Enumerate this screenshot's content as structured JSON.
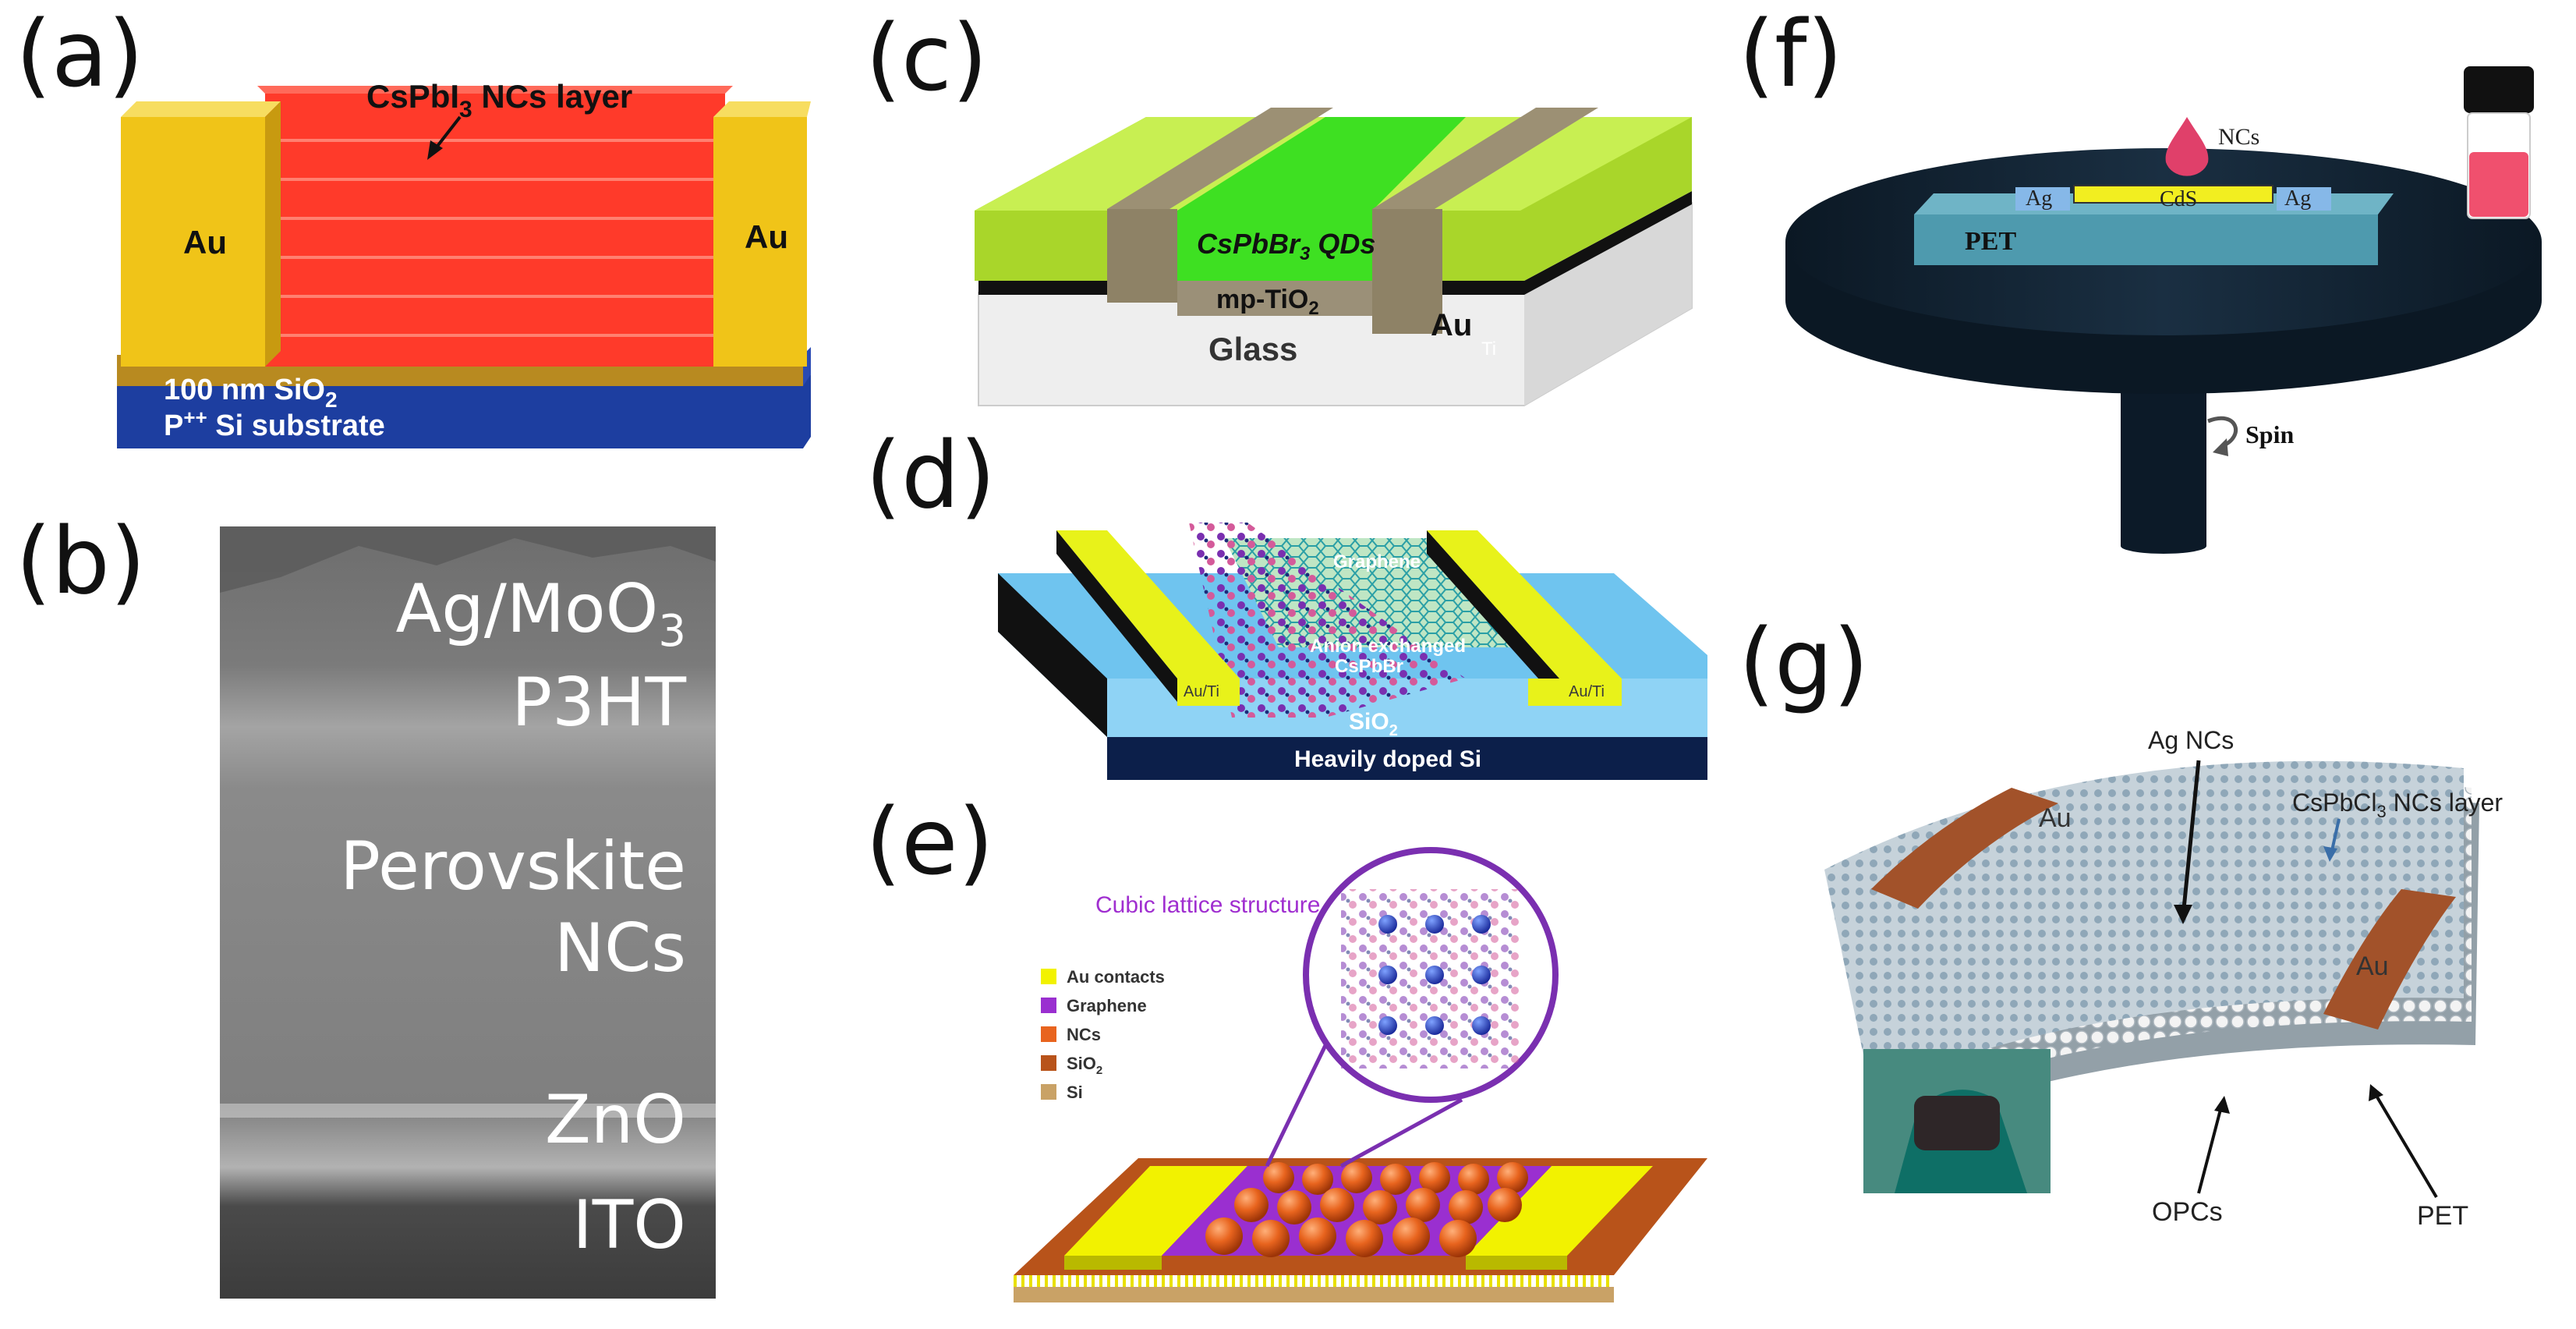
{
  "panels": {
    "a": {
      "label": "(a)",
      "layer": "CsPbI",
      "layer_sub": "3",
      "layer_rest": " NCs layer",
      "electrode_left": "Au",
      "electrode_right": "Au",
      "oxide": "100 nm SiO",
      "oxide_sub": "2",
      "substrate_pre": "P",
      "substrate_sup": "++",
      "substrate_rest": " Si substrate"
    },
    "b": {
      "label": "(b)",
      "layers": [
        "Ag/MoO",
        "P3HT",
        "Perovskite",
        "NCs",
        "ZnO",
        "ITO"
      ],
      "moo_sub": "3"
    },
    "c": {
      "label": "(c)",
      "qd_layer": "CsPbBr",
      "qd_sub": "3",
      "qd_rest": " QDs",
      "tio2": "mp-TiO",
      "tio2_sub": "2",
      "glass": "Glass",
      "au": "Au",
      "ti": "Ti"
    },
    "d": {
      "label": "(d)",
      "graphene": "Graphene",
      "anion_line1": "Anion exchanged",
      "anion_line2": "CsPbBr",
      "contact_left": "Au/Ti",
      "contact_right": "Au/Ti",
      "oxide": "SiO",
      "oxide_sub": "2",
      "substrate": "Heavily doped Si"
    },
    "e": {
      "label": "(e)",
      "inset_title": "Cubic lattice structure",
      "legend": [
        {
          "text": "Au contacts",
          "color": "#f2f200"
        },
        {
          "text": "Graphene",
          "color": "#9a2fd0"
        },
        {
          "text": "NCs",
          "color": "#e8641e"
        },
        {
          "text": "SiO",
          "sub": "2",
          "color": "#b8531a"
        },
        {
          "text": "Si",
          "color": "#c9a266"
        }
      ]
    },
    "f": {
      "label": "(f)",
      "ncs": "NCs",
      "ag_left": "Ag",
      "cds": "CdS",
      "ag_right": "Ag",
      "pet": "PET",
      "spin": "Spin"
    },
    "g": {
      "label": "(g)",
      "ag_ncs": "Ag NCs",
      "cspbcl_pre": "CsPbCl",
      "cspbcl_sub": "3",
      "cspbcl_rest": " NCs layer",
      "au_left": "Au",
      "au_right": "Au",
      "opcs": "OPCs",
      "pet": "PET"
    }
  },
  "colors": {
    "gold": "#f0c418",
    "red_layer": "#ff3a2a",
    "sio2_gold": "#b88a20",
    "si_blue": "#1d3ea0",
    "lime": "#a9d62a",
    "qd_green": "#3ee022",
    "taupe": "#8e8266",
    "glass": "#eeeeee",
    "yellow": "#e8f21a",
    "sky": "#6fc4ef",
    "navy": "#0c1f4a",
    "turntable": "#0e1d2c",
    "pet_teal": "#4e9aae",
    "brown": "#a2522a"
  }
}
